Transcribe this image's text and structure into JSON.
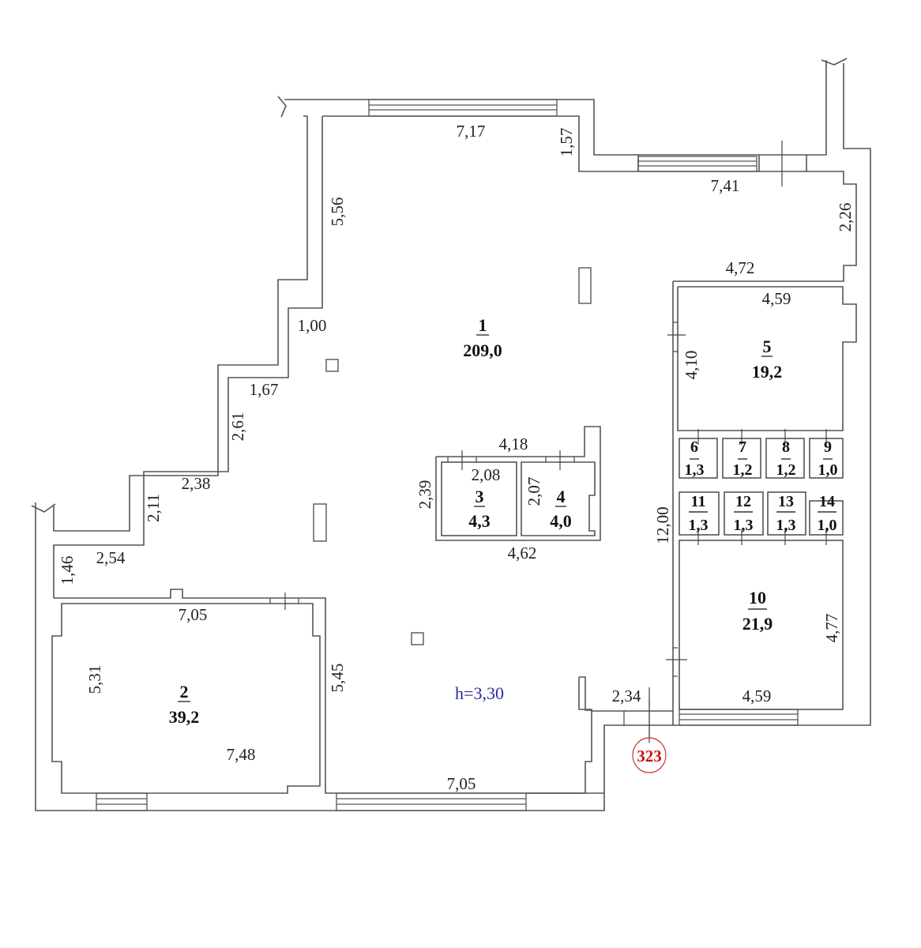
{
  "plan": {
    "ceiling_height_label": "h=3,30",
    "unit_marker": "323",
    "colors": {
      "walls": "#555555",
      "text": "#222222",
      "height_label": "#2a2aa0",
      "unit_marker": "#cc1111"
    }
  },
  "rooms": [
    {
      "number": "1",
      "area": "209,0"
    },
    {
      "number": "2",
      "area": "39,2"
    },
    {
      "number": "3",
      "area": "4,3"
    },
    {
      "number": "4",
      "area": "4,0"
    },
    {
      "number": "5",
      "area": "19,2"
    },
    {
      "number": "6",
      "area": "1,3"
    },
    {
      "number": "7",
      "area": "1,2"
    },
    {
      "number": "8",
      "area": "1,2"
    },
    {
      "number": "9",
      "area": "1,0"
    },
    {
      "number": "10",
      "area": "21,9"
    },
    {
      "number": "11",
      "area": "1,3"
    },
    {
      "number": "12",
      "area": "1,3"
    },
    {
      "number": "13",
      "area": "1,3"
    },
    {
      "number": "14",
      "area": "1,0"
    }
  ],
  "dimensions": {
    "top_main": "7,17",
    "top_step": "1,57",
    "top_right": "7,41",
    "right_upper": "2,26",
    "right_lower_top": "4,72",
    "left_upper": "5,56",
    "step_1": "1,00",
    "step_2": "1,67",
    "step_3": "2,61",
    "step_4": "2,38",
    "step_5": "2,11",
    "step_6": "2,54",
    "step_7": "1,46",
    "room2_top": "7,05",
    "room2_left": "5,31",
    "room2_bottom": "7,48",
    "room1_left_lower": "5,45",
    "room1_bottom": "7,05",
    "corridor": "2,34",
    "room3_4_top": "4,18",
    "room3_4_left": "2,39",
    "room3_width": "2,08",
    "room4_height": "2,07",
    "room3_4_bottom": "4,62",
    "room5_top": "4,59",
    "room5_left": "4,10",
    "column_right": "12,00",
    "room10_right": "4,77",
    "room10_bottom": "4,59"
  }
}
